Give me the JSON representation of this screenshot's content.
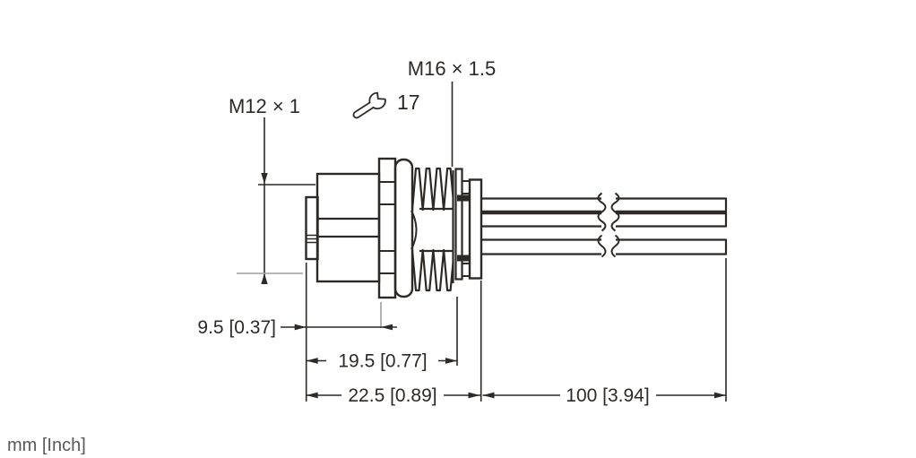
{
  "drawing": {
    "kind": "technical-dimension-drawing",
    "labels": {
      "front_thread": "M12 × 1",
      "mounting_thread": "M16 × 1.5",
      "wrench_size": "17"
    },
    "dimensions": {
      "front_body": "9.5 [0.37]",
      "thread_to_nut": "19.5 [0.77]",
      "overall_body": "22.5 [0.89]",
      "wire_length": "100 [3.94]"
    },
    "units_note": "mm [Inch]",
    "colors": {
      "line": "#2c2926",
      "secondary_line": "#9d9fa1",
      "note_text": "#58595b",
      "background": "#ffffff"
    }
  }
}
